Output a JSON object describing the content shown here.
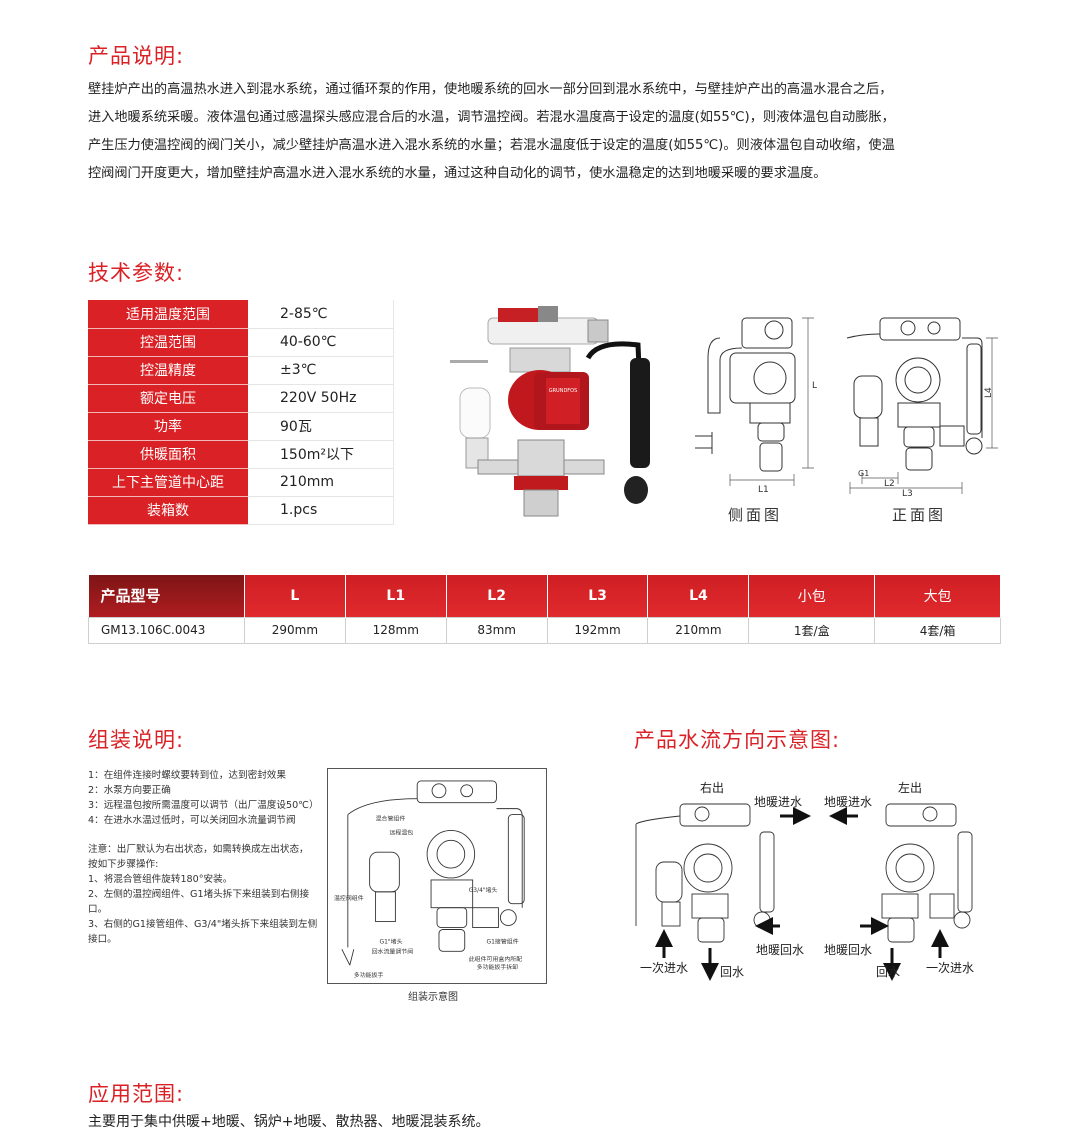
{
  "intro": {
    "title": "产品说明:",
    "lines": [
      "壁挂炉产出的高温热水进入到混水系统，通过循环泵的作用，使地暖系统的回水一部分回到混水系统中，与壁挂炉产出的高温水混合之后，",
      "进入地暖系统采暖。液体温包通过感温探头感应混合后的水温，调节温控阀。若混水温度高于设定的温度(如55℃)，则液体温包自动膨胀，",
      "产生压力使温控阀的阀门关小，减少壁挂炉高温水进入混水系统的水量；若混水温度低于设定的温度(如55℃)。则液体温包自动收缩，使温",
      "控阀阀门开度更大，增加壁挂炉高温水进入混水系统的水量，通过这种自动化的调节，使水温稳定的达到地暖采暖的要求温度。"
    ]
  },
  "specs": {
    "title": "技术参数:",
    "rows": [
      {
        "k": "适用温度范围",
        "v": "2-85℃"
      },
      {
        "k": "控温范围",
        "v": "40-60℃"
      },
      {
        "k": "控温精度",
        "v": "±3℃"
      },
      {
        "k": "额定电压",
        "v": "220V 50Hz"
      },
      {
        "k": "功率",
        "v": "90瓦"
      },
      {
        "k": "供暖面积",
        "v": "150m²以下"
      },
      {
        "k": "上下主管道中心距",
        "v": "210mm"
      },
      {
        "k": "装箱数",
        "v": "1.pcs"
      }
    ],
    "pump_brand": "GRUNDFOS",
    "side_caption": "侧面图",
    "front_caption": "正面图",
    "dim_labels": {
      "L": "L",
      "L1": "L1",
      "L2": "L2",
      "L3": "L3",
      "L4": "L4",
      "G1": "G1"
    }
  },
  "model_table": {
    "headers": [
      "产品型号",
      "L",
      "L1",
      "L2",
      "L3",
      "L4",
      "小包",
      "大包"
    ],
    "row": [
      "GM13.106C.0043",
      "290mm",
      "128mm",
      "83mm",
      "192mm",
      "210mm",
      "1套/盒",
      "4套/箱"
    ]
  },
  "assembly": {
    "title": "组装说明:",
    "notes": [
      "1：在组件连接时螺纹要转到位，达到密封效果",
      "2：水泵方向要正确",
      "3：远程温包按所需温度可以调节（出厂温度设50℃）",
      "4：在进水水温过低时，可以关闭回水流量调节阀"
    ],
    "notice": [
      "注意：出厂默认为右出状态，如需转换成左出状态，按如下步骤操作:",
      "1、将混合管组件旋转180°安装。",
      "2、左侧的温控阀组件、G1堵头拆下来组装到右侧接口。",
      "3、右侧的G1接管组件、G3/4\"堵头拆下来组装到左侧接口。"
    ],
    "labels": {
      "mix": "混合管组件",
      "bulb": "远程温包",
      "tvalve": "温控阀组件",
      "g34": "G3/4\"堵头",
      "g1plug": "G1\"堵头",
      "ret": "回水流量调节阀",
      "g1pipe": "G1接管组件",
      "wrench_note": "此组件可用盒内所配",
      "wrench_note2": "多功能扳手拆卸",
      "wrench": "多功能扳手"
    },
    "caption": "组装示意图"
  },
  "flow": {
    "title": "产品水流方向示意图:",
    "right_out": "右出",
    "left_out": "左出",
    "floor_in": "地暖进水",
    "floor_return": "地暖回水",
    "primary_in": "一次进水",
    "return": "回水"
  },
  "application": {
    "title": "应用范围:",
    "text": "主要用于集中供暖+地暖、锅炉+地暖、散热器、地暖混装系统。"
  },
  "colors": {
    "accent": "#d92126",
    "pump_red": "#c0181d"
  }
}
